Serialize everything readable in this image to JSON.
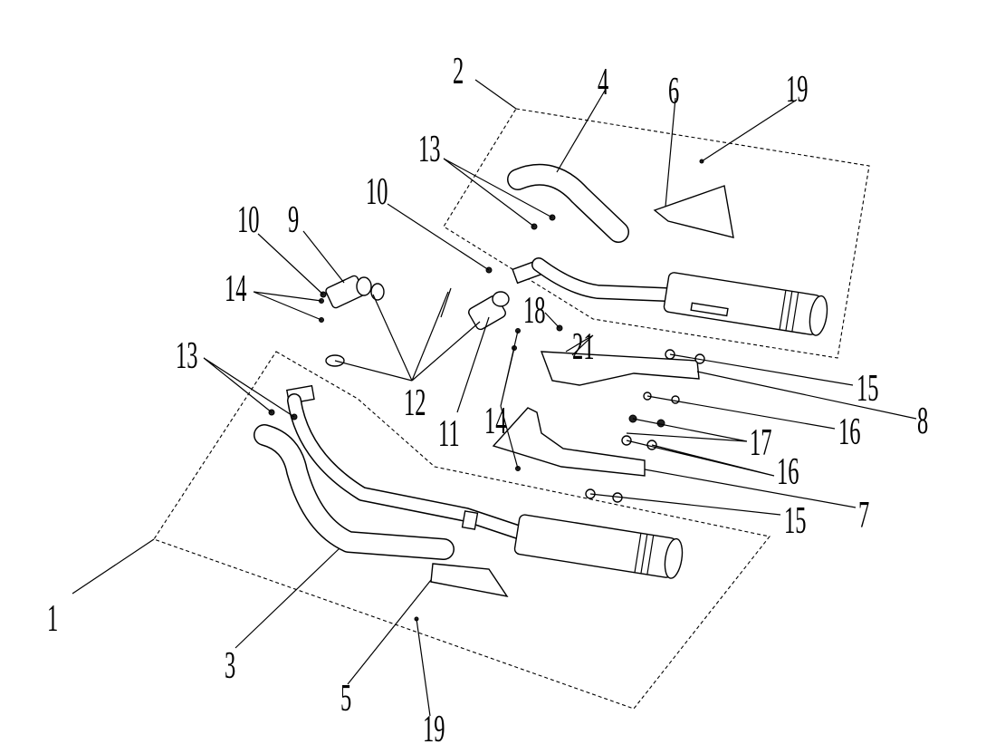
{
  "diagram": {
    "callouts": [
      {
        "id": "label-2",
        "text": "2"
      },
      {
        "id": "label-4",
        "text": "4"
      },
      {
        "id": "label-6",
        "text": "6"
      },
      {
        "id": "label-19-top",
        "text": "19"
      },
      {
        "id": "label-13-top",
        "text": "13"
      },
      {
        "id": "label-10-left",
        "text": "10"
      },
      {
        "id": "label-9",
        "text": "9"
      },
      {
        "id": "label-10-mid",
        "text": "10"
      },
      {
        "id": "label-14-left",
        "text": "14"
      },
      {
        "id": "label-18",
        "text": "18"
      },
      {
        "id": "label-21",
        "text": "21"
      },
      {
        "id": "label-13-bottom",
        "text": "13"
      },
      {
        "id": "label-15-top",
        "text": "15"
      },
      {
        "id": "label-12",
        "text": "12"
      },
      {
        "id": "label-11",
        "text": "11"
      },
      {
        "id": "label-14-mid",
        "text": "14"
      },
      {
        "id": "label-8",
        "text": "8"
      },
      {
        "id": "label-17",
        "text": "17"
      },
      {
        "id": "label-16-top",
        "text": "16"
      },
      {
        "id": "label-16-bottom",
        "text": "16"
      },
      {
        "id": "label-7",
        "text": "7"
      },
      {
        "id": "label-15-bottom",
        "text": "15"
      },
      {
        "id": "label-1",
        "text": "1"
      },
      {
        "id": "label-3",
        "text": "3"
      },
      {
        "id": "label-5",
        "text": "5"
      },
      {
        "id": "label-19-bottom",
        "text": "19"
      }
    ]
  }
}
